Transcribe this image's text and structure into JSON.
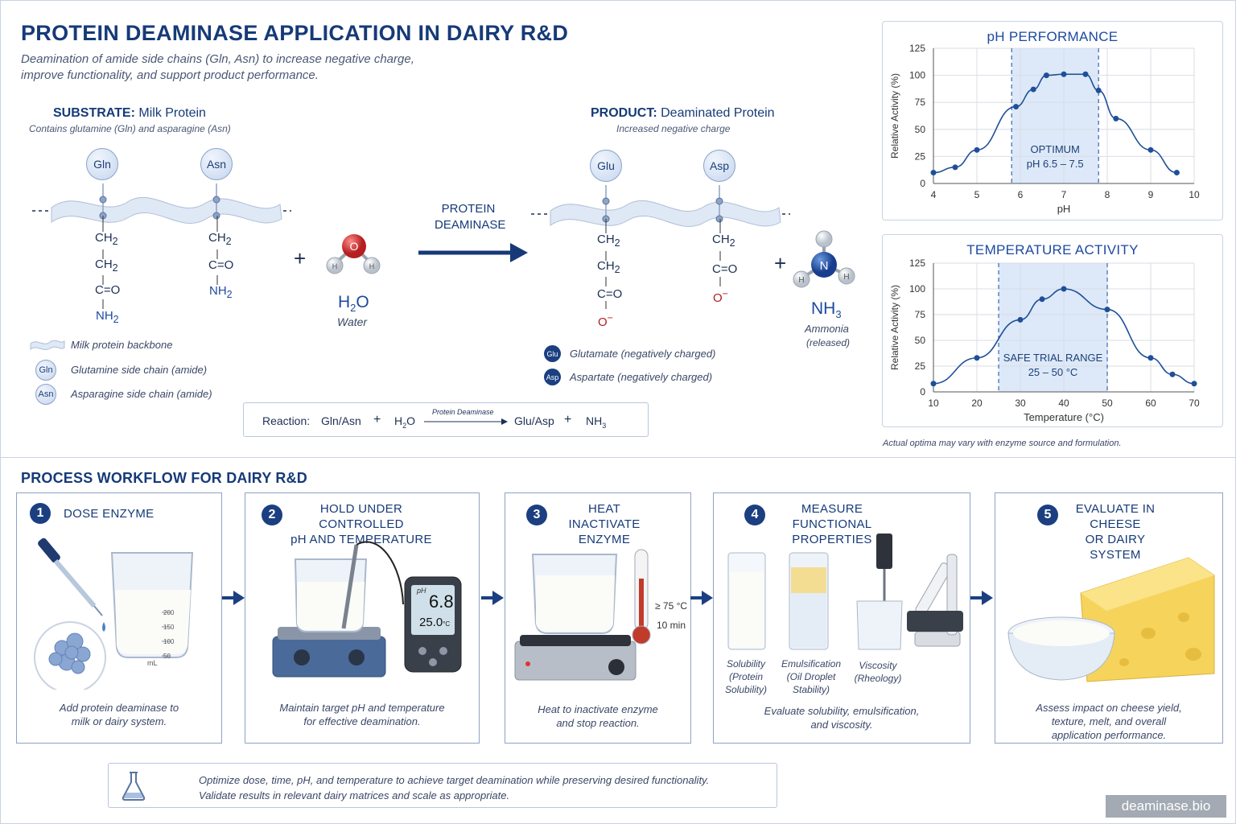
{
  "header": {
    "title": "PROTEIN DEAMINASE APPLICATION IN DAIRY R&D",
    "subtitle_line1": "Deamination of amide side chains (Gln, Asn) to increase negative charge,",
    "subtitle_line2": "improve functionality, and support product performance."
  },
  "reaction_diagram": {
    "substrate_label": "SUBSTRATE:",
    "substrate_name": "Milk Protein",
    "substrate_note": "Contains glutamine (Gln) and asparagine (Asn)",
    "product_label": "PRODUCT:",
    "product_name": "Deaminated Protein",
    "product_note": "Increased negative charge",
    "gln": "Gln",
    "asn": "Asn",
    "glu": "Glu",
    "asp": "Asp",
    "ch2": "CH",
    "sub2": "2",
    "c_double_o": "C=O",
    "nh": "NH",
    "o_minus": "O",
    "minus": "−",
    "plus": "+",
    "water_atom_o": "O",
    "water_atom_h": "H",
    "water_formula": "H",
    "water_formula_tail": "O",
    "water_name": "Water",
    "enzyme_line1": "PROTEIN",
    "enzyme_line2": "DEAMINASE",
    "ammonia_atom_n": "N",
    "ammonia_formula": "NH",
    "ammonia_sub": "3",
    "ammonia_name": "Ammonia",
    "ammonia_note": "(released)",
    "legend_backbone": "Milk protein backbone",
    "legend_gln": "Glutamine side chain (amide)",
    "legend_asn": "Asparagine side chain (amide)",
    "legend_glu": "Glutamate (negatively charged)",
    "legend_asp": "Aspartate (negatively charged)",
    "reaction_label": "Reaction:",
    "reaction_reactants": "Gln/Asn",
    "reaction_water": "H",
    "reaction_water_tail": "O",
    "reaction_enzyme": "Protein Deaminase",
    "reaction_products": "Glu/Asp",
    "reaction_nh3": "NH",
    "reaction_nh3_sub": "3"
  },
  "chart_data": [
    {
      "type": "line",
      "title": "pH PERFORMANCE",
      "xlabel": "pH",
      "ylabel": "Relative Activity (%)",
      "xlim": [
        4,
        10
      ],
      "ylim": [
        0,
        125
      ],
      "xticks": [
        4,
        5,
        6,
        7,
        8,
        9,
        10
      ],
      "yticks": [
        0,
        25,
        50,
        75,
        100,
        125
      ],
      "x": [
        4,
        4.5,
        5,
        5.9,
        6.3,
        6.6,
        7,
        7.5,
        7.8,
        8.2,
        9,
        9.6
      ],
      "y": [
        10,
        15,
        31,
        71,
        87,
        100,
        101,
        101,
        86,
        60,
        31,
        10
      ],
      "band": [
        5.8,
        7.8
      ],
      "band_label_line1": "OPTIMUM",
      "band_label_line2": "pH 6.5 – 7.5",
      "grid": true,
      "color": "#1f4f99"
    },
    {
      "type": "line",
      "title": "TEMPERATURE ACTIVITY",
      "xlabel": "Temperature (°C)",
      "ylabel": "Relative Activity (%)",
      "xlim": [
        10,
        70
      ],
      "ylim": [
        0,
        125
      ],
      "xticks": [
        10,
        20,
        30,
        40,
        50,
        60,
        70
      ],
      "yticks": [
        0,
        25,
        50,
        75,
        100,
        125
      ],
      "x": [
        10,
        20,
        30,
        40,
        50,
        60,
        65,
        70
      ],
      "y": [
        8,
        33,
        70,
        90,
        100,
        80,
        33,
        17
      ],
      "x_actual": [
        10,
        20,
        30,
        35,
        40,
        50,
        60,
        65,
        70
      ],
      "y_actual": [
        8,
        33,
        70,
        90,
        100,
        80,
        33,
        17,
        8
      ],
      "band": [
        25,
        50
      ],
      "band_label_line1": "SAFE TRIAL RANGE",
      "band_label_line2": "25 – 50 °C",
      "grid": true,
      "color": "#1f4f99"
    }
  ],
  "chart_footnote": "Actual optima may vary with enzyme source and formulation.",
  "workflow": {
    "section_title": "PROCESS WORKFLOW FOR DAIRY R&D",
    "steps": [
      {
        "num": "1",
        "title_line1": "DOSE ENZYME",
        "title_line2": "",
        "desc_line1": "Add protein deaminase to",
        "desc_line2": "milk or dairy system."
      },
      {
        "num": "2",
        "title_line1": "HOLD UNDER  CONTROLLED",
        "title_line2": "pH AND TEMPERATURE",
        "desc_line1": "Maintain target pH and temperature",
        "desc_line2": "for effective deamination."
      },
      {
        "num": "3",
        "title_line1": "HEAT INACTIVATE",
        "title_line2": "ENZYME",
        "desc_line1": "Heat to inactivate enzyme",
        "desc_line2": "and stop reaction."
      },
      {
        "num": "4",
        "title_line1": "MEASURE FUNCTIONAL",
        "title_line2": "PROPERTIES",
        "desc_line1": "Evaluate solubility, emulsification,",
        "desc_line2": "and viscosity."
      },
      {
        "num": "5",
        "title_line1": "EVALUATE IN CHEESE",
        "title_line2": "OR DAIRY SYSTEM",
        "desc_line1": "Assess impact on cheese yield,",
        "desc_line2": "texture, melt, and overall",
        "desc_line3": "application performance."
      }
    ],
    "beaker_marks": [
      "200",
      "150",
      "100",
      "50"
    ],
    "beaker_unit": "mL",
    "meter_ph_label": "pH",
    "meter_ph": "6.8",
    "meter_temp": "25.0",
    "meter_temp_unit": "°C",
    "heat_temp": "≥ 75 °C",
    "heat_time": "10 min",
    "measure_labels": [
      {
        "line1": "Solubility",
        "line2": "(Protein",
        "line3": "Solubility)"
      },
      {
        "line1": "Emulsification",
        "line2": "(Oil Droplet",
        "line3": "Stability)"
      },
      {
        "line1": "Viscosity",
        "line2": "(Rheology)",
        "line3": ""
      }
    ]
  },
  "note": {
    "line1": "Optimize dose, time, pH, and temperature to achieve target deamination while preserving desired functionality.",
    "line2": "Validate results in relevant dairy matrices and scale as appropriate."
  },
  "watermark": "deaminase.bio",
  "colors": {
    "navy": "#163a78",
    "accent": "#1f4f99",
    "band": "#dde9f8",
    "red": "#b01e1e"
  }
}
